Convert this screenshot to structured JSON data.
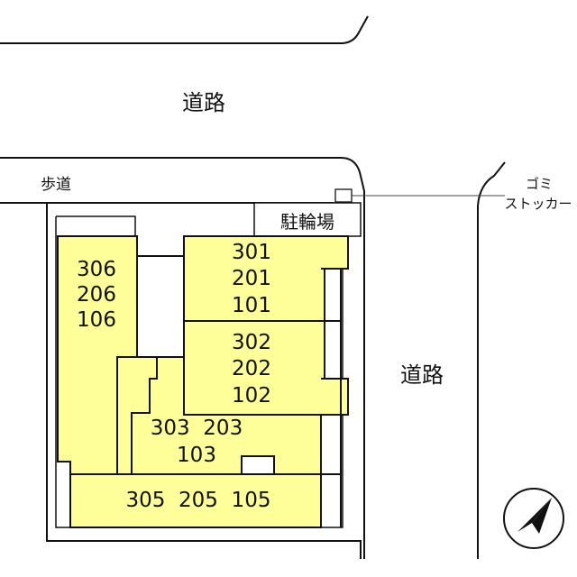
{
  "map": {
    "road_top": "道路",
    "road_right": "道路",
    "sidewalk": "歩道",
    "bicycle_parking": "駐輪場",
    "garbage_line1": "ゴミ",
    "garbage_line2": "ストッカー",
    "north_icon": "north-arrow-icon"
  },
  "units": {
    "west_tower": [
      "306",
      "206",
      "106"
    ],
    "block_301": [
      "301",
      "201",
      "101"
    ],
    "block_302": [
      "302",
      "202",
      "102"
    ],
    "block_303_line1": "303  203",
    "block_303_line2": "103",
    "block_305": "305  205  105"
  },
  "colors": {
    "unit_fill": "#ffff99",
    "line": "#111111"
  }
}
